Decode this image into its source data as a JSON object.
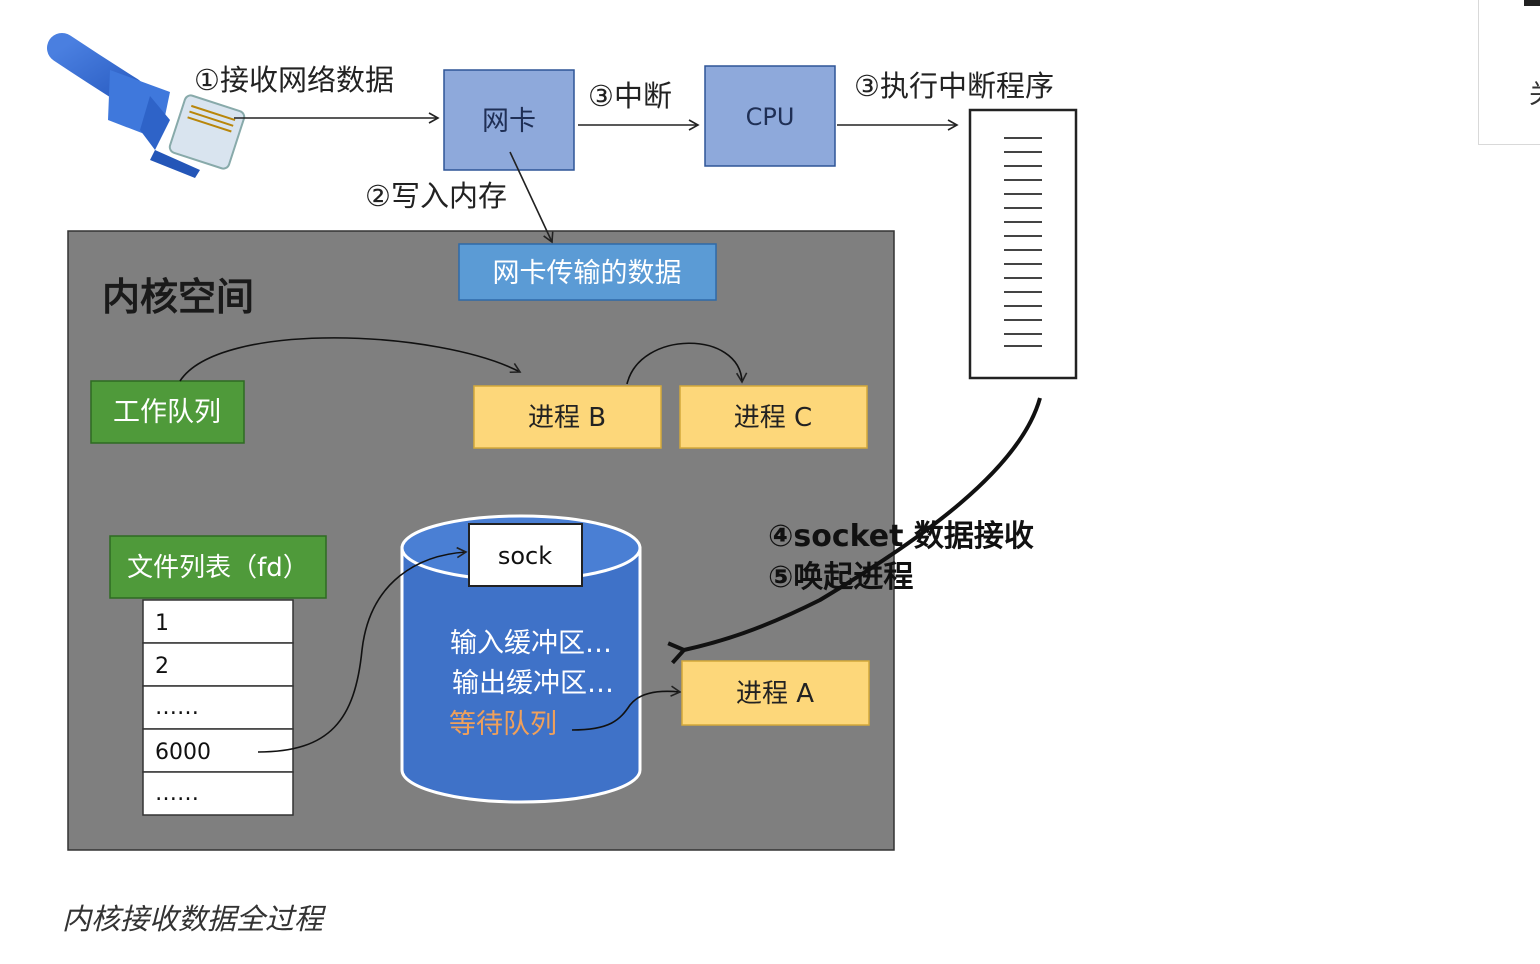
{
  "diagram": {
    "step1_label": "①接收网络数据",
    "nic_label": "网卡",
    "step3_interrupt_label": "③中断",
    "cpu_label": "CPU",
    "step3_exec_label": "③执行中断程序",
    "step2_label": "②写入内存",
    "kernel_title": "内核空间",
    "nic_data_label": "网卡传输的数据",
    "work_queue_label": "工作队列",
    "process_b_label": "进程 B",
    "process_c_label": "进程 C",
    "file_list_label": "文件列表（fd）",
    "fd_rows": [
      "1",
      "2",
      "……",
      "6000",
      "……"
    ],
    "sock_label": "sock",
    "input_buffer_label": "输入缓冲区…",
    "output_buffer_label": "输出缓冲区…",
    "wait_queue_label": "等待队列",
    "process_a_label": "进程 A",
    "step4_label": "④socket 数据接收",
    "step5_label": "⑤唤起进程"
  },
  "caption": "内核接收数据全过程",
  "side_panel": {
    "glyph": "关"
  },
  "colors": {
    "kernel_bg": "#7f7f7f",
    "blue_box": "#8ea9db",
    "nic_data_box": "#5b9bd5",
    "green_box": "#4f9a3a",
    "yellow_box": "#fdd77a",
    "cylinder": "#3f72c8",
    "wait_queue_text": "#f0a05a"
  },
  "icons": [
    "ethernet-cable-icon"
  ]
}
